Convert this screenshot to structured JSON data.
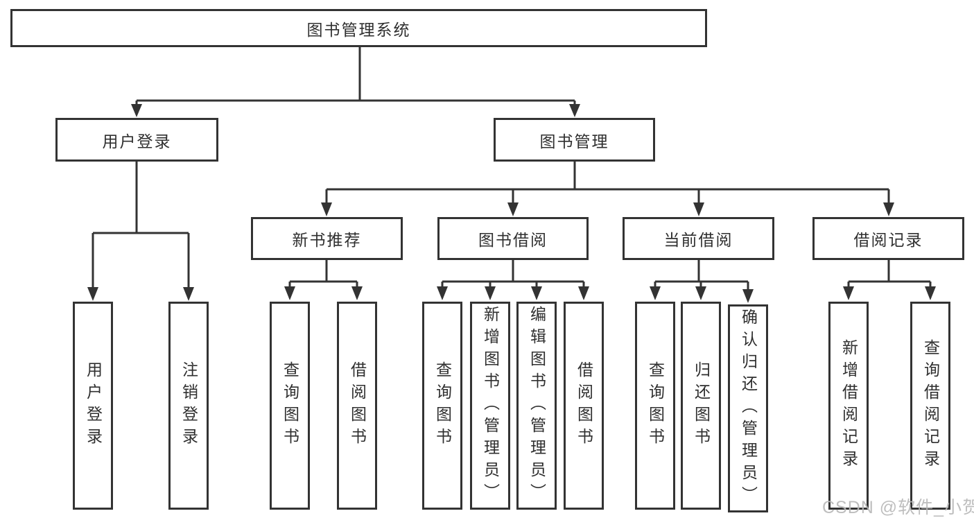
{
  "diagram": {
    "root": {
      "label": "图书管理系统"
    },
    "level2": [
      {
        "label": "用户登录"
      },
      {
        "label": "图书管理"
      }
    ],
    "level3": [
      {
        "label": "新书推荐",
        "parent": "图书管理"
      },
      {
        "label": "图书借阅",
        "parent": "图书管理"
      },
      {
        "label": "当前借阅",
        "parent": "图书管理"
      },
      {
        "label": "借阅记录",
        "parent": "图书管理"
      }
    ],
    "leaves": [
      {
        "label": "用户登录",
        "parent": "用户登录"
      },
      {
        "label": "注销登录",
        "parent": "用户登录"
      },
      {
        "label": "查询图书",
        "parent": "新书推荐"
      },
      {
        "label": "借阅图书",
        "parent": "新书推荐"
      },
      {
        "label": "查询图书",
        "parent": "图书借阅"
      },
      {
        "label": "新增图书（管理员）",
        "parent": "图书借阅"
      },
      {
        "label": "编辑图书（管理员）",
        "parent": "图书借阅"
      },
      {
        "label": "借阅图书",
        "parent": "图书借阅"
      },
      {
        "label": "查询图书",
        "parent": "当前借阅"
      },
      {
        "label": "归还图书",
        "parent": "当前借阅"
      },
      {
        "label": "确认归还（管理员）",
        "parent": "当前借阅"
      },
      {
        "label": "新增借阅记录",
        "parent": "借阅记录"
      },
      {
        "label": "查询借阅记录",
        "parent": "借阅记录"
      }
    ]
  },
  "watermark": "CSDN @软件_小贺同学",
  "colors": {
    "line": "#333333",
    "text": "#2f2f2f",
    "background": "#ffffff",
    "watermark": "#b9b9b9"
  }
}
